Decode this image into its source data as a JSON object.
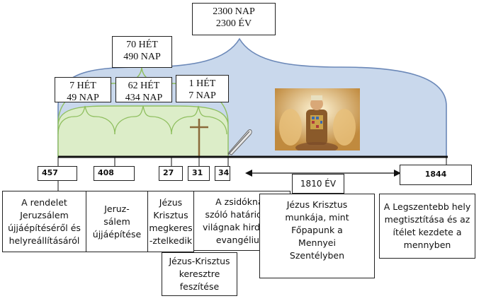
{
  "periods": {
    "total": {
      "line1": "2300 NAP",
      "line2": "2300 ÉV"
    },
    "seventy": {
      "line1": "70 HÉT",
      "line2": "490 NAP"
    },
    "seven": {
      "line1": "7 HÉT",
      "line2": "49 NAP"
    },
    "sixtytwo": {
      "line1": "62 HÉT",
      "line2": "434 NAP"
    },
    "one": {
      "line1": "1 HÉT",
      "line2": "7 NAP"
    }
  },
  "years": {
    "y457": "457",
    "y408": "408",
    "y27": "27",
    "y31": "31",
    "y34": "34",
    "y1844": "1844"
  },
  "span_label": "1810 ÉV",
  "descriptions": {
    "d457": [
      "A rendelet",
      "Jeruzsálem",
      "újjáépítéséről és",
      "helyreállításáról"
    ],
    "d408": [
      "Jeruz-",
      "sálem",
      "újjáépítése"
    ],
    "d27": [
      "Jézus",
      "Krisztus",
      "megkeres",
      "-ztelkedik"
    ],
    "d34": [
      "A zsidóknak",
      "szóló határidő; a",
      "világnak hirdetett",
      "evangélium"
    ],
    "d31": [
      "Jézus-Krisztus",
      "keresztre",
      "feszítése"
    ],
    "d1810": [
      "Jézus Krisztus",
      "munkája, mint",
      "Főpapunk a",
      "Mennyei",
      "Szentélyben"
    ],
    "d1844": [
      "A Legszentebb hely",
      "megtisztítása és az",
      "ítélet kezdete a",
      "mennyben"
    ]
  },
  "colors": {
    "dome_fill": "#c9d8ec",
    "dome_stroke": "#6b88b8",
    "green_fill": "#dcedc8",
    "green_stroke": "#8fbf5f",
    "timeline": "#111111",
    "cross": "#8a6a3a"
  },
  "icons": {
    "picture": "high-priest-painting",
    "cross": "cross-icon",
    "feather": "feather-icon",
    "arrow": "double-arrow"
  }
}
